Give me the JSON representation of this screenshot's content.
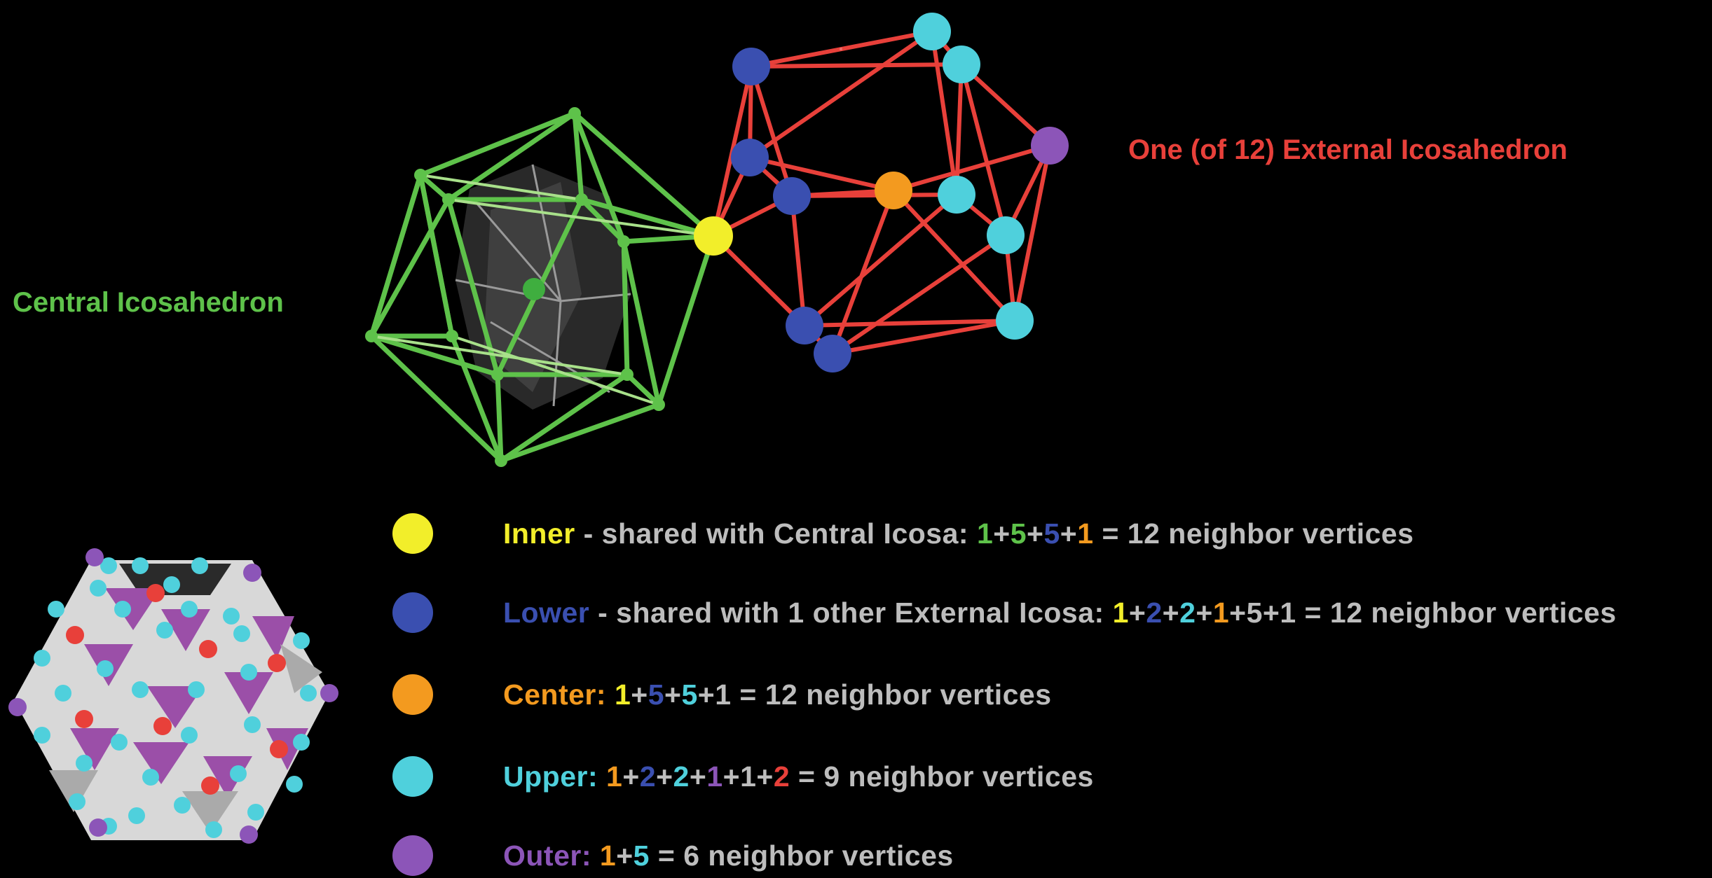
{
  "labels": {
    "central": "Central Icosahedron",
    "external": "One (of 12) External Icosahedron"
  },
  "colors": {
    "background": "#000000",
    "green": "#5ec24a",
    "light_green": "#a8e08a",
    "red": "#e8403a",
    "yellow": "#f2ee2a",
    "blue": "#3a4fb0",
    "orange": "#f39a1f",
    "cyan": "#4fd0dc",
    "purple": "#8c55b8",
    "text_gray": "#bdbdbd"
  },
  "legend": [
    {
      "dot_color": "#f2ee2a",
      "segments": [
        {
          "text": "Inner",
          "color": "#f2ee2a"
        },
        {
          "text": " - shared with Central Icosa: ",
          "color": "#bdbdbd"
        },
        {
          "text": "1",
          "color": "#5ec24a"
        },
        {
          "text": "+",
          "color": "#bdbdbd"
        },
        {
          "text": "5",
          "color": "#5ec24a"
        },
        {
          "text": "+",
          "color": "#bdbdbd"
        },
        {
          "text": "5",
          "color": "#3a4fb0"
        },
        {
          "text": "+",
          "color": "#bdbdbd"
        },
        {
          "text": "1",
          "color": "#f39a1f"
        },
        {
          "text": " = 12 neighbor vertices",
          "color": "#bdbdbd"
        }
      ]
    },
    {
      "dot_color": "#3a4fb0",
      "segments": [
        {
          "text": "Lower",
          "color": "#3a4fb0"
        },
        {
          "text": " - shared with 1 other External Icosa: ",
          "color": "#bdbdbd"
        },
        {
          "text": "1",
          "color": "#f2ee2a"
        },
        {
          "text": "+",
          "color": "#bdbdbd"
        },
        {
          "text": "2",
          "color": "#3a4fb0"
        },
        {
          "text": "+",
          "color": "#bdbdbd"
        },
        {
          "text": "2",
          "color": "#4fd0dc"
        },
        {
          "text": "+",
          "color": "#bdbdbd"
        },
        {
          "text": "1",
          "color": "#f39a1f"
        },
        {
          "text": "+5+1 = 12 neighbor vertices",
          "color": "#bdbdbd"
        }
      ]
    },
    {
      "dot_color": "#f39a1f",
      "segments": [
        {
          "text": "Center:",
          "color": "#f39a1f"
        },
        {
          "text": " ",
          "color": "#bdbdbd"
        },
        {
          "text": "1",
          "color": "#f2ee2a"
        },
        {
          "text": "+",
          "color": "#bdbdbd"
        },
        {
          "text": "5",
          "color": "#3a4fb0"
        },
        {
          "text": "+",
          "color": "#bdbdbd"
        },
        {
          "text": "5",
          "color": "#4fd0dc"
        },
        {
          "text": "+1 = 12 neighbor vertices",
          "color": "#bdbdbd"
        }
      ]
    },
    {
      "dot_color": "#4fd0dc",
      "segments": [
        {
          "text": "Upper:",
          "color": "#4fd0dc"
        },
        {
          "text": " ",
          "color": "#bdbdbd"
        },
        {
          "text": "1",
          "color": "#f39a1f"
        },
        {
          "text": "+",
          "color": "#bdbdbd"
        },
        {
          "text": "2",
          "color": "#3a4fb0"
        },
        {
          "text": "+",
          "color": "#bdbdbd"
        },
        {
          "text": "2",
          "color": "#4fd0dc"
        },
        {
          "text": "+",
          "color": "#bdbdbd"
        },
        {
          "text": "1",
          "color": "#8c55b8"
        },
        {
          "text": "+1+",
          "color": "#bdbdbd"
        },
        {
          "text": "2",
          "color": "#e8403a"
        },
        {
          "text": " = 9 neighbor vertices",
          "color": "#bdbdbd"
        }
      ]
    },
    {
      "dot_color": "#8c55b8",
      "segments": [
        {
          "text": "Outer:",
          "color": "#8c55b8"
        },
        {
          "text": " ",
          "color": "#bdbdbd"
        },
        {
          "text": "1",
          "color": "#f39a1f"
        },
        {
          "text": "+",
          "color": "#bdbdbd"
        },
        {
          "text": "5",
          "color": "#4fd0dc"
        },
        {
          "text": " = 6 neighbor vertices",
          "color": "#bdbdbd"
        }
      ]
    }
  ]
}
